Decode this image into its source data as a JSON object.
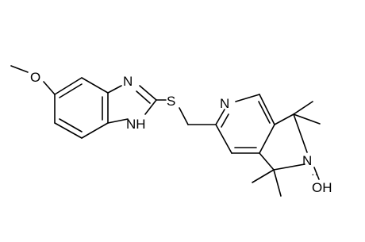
{
  "atoms": {
    "o_methoxy": "O",
    "n_imidazole": "N",
    "nh_imidazole": "NH",
    "s_thioether": "S",
    "n_pyridine": "N",
    "n_pyrroline": "N",
    "oh": "OH",
    "radical_dots": "··"
  }
}
